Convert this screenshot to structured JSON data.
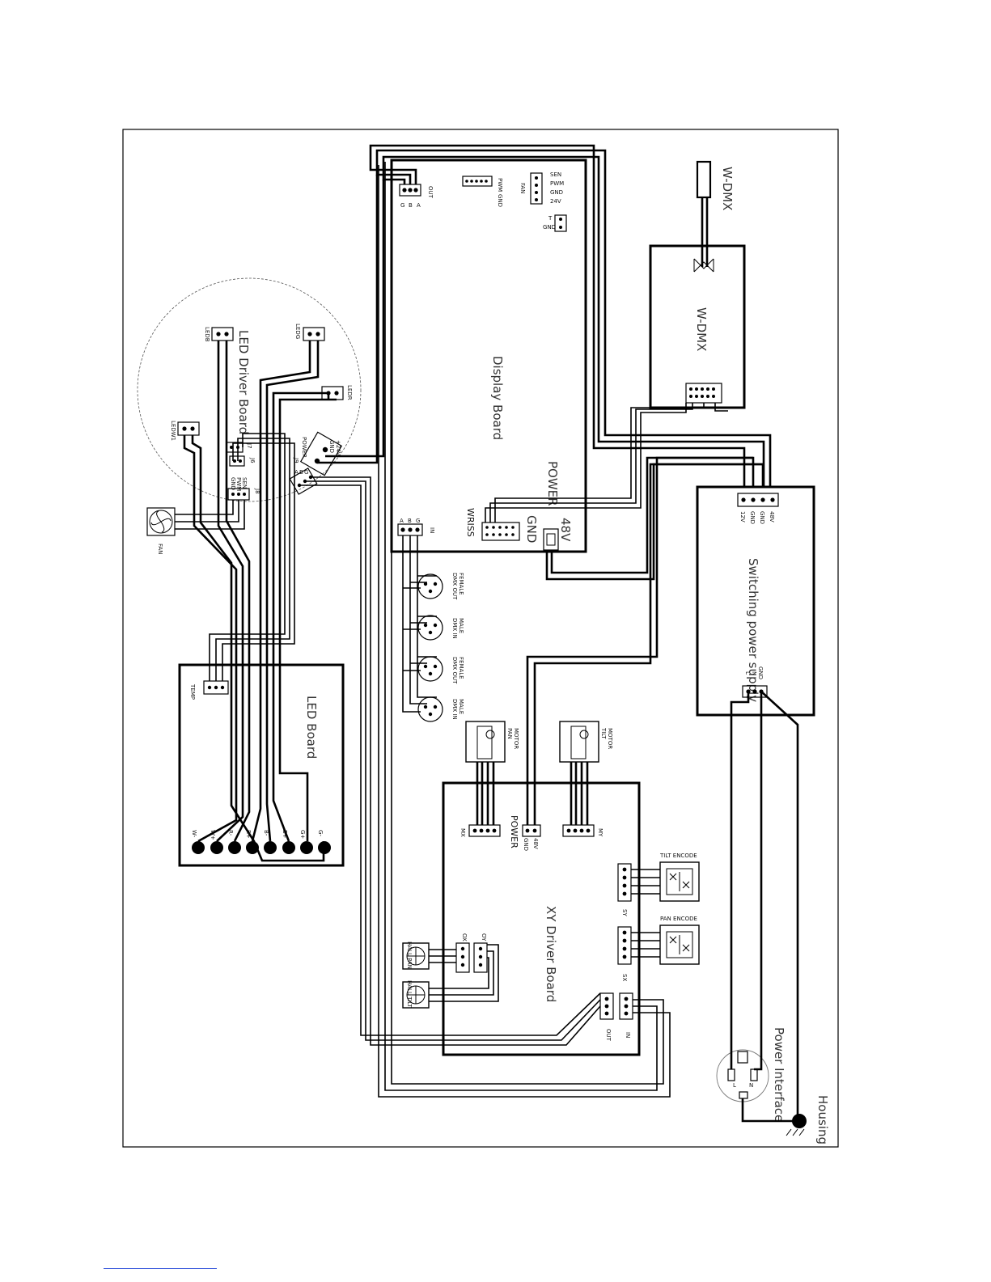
{
  "colors": {
    "line": "#000000",
    "background": "#ffffff",
    "text": "#111111"
  },
  "boards": {
    "display": {
      "title": "Display Board",
      "power_label": "POWER",
      "gnd_label": "GND",
      "v48_label": "48V",
      "wriss_label": "WRISS",
      "in_label": "IN",
      "out_label": "OUT",
      "fan_label": "FAN",
      "fan_pins": [
        "SEN",
        "PWM",
        "GND",
        "24V"
      ],
      "t_pins": [
        "T",
        "GND"
      ],
      "in_pins": [
        "A",
        "B",
        "G"
      ],
      "out_pins": [
        "G",
        "B",
        "A"
      ],
      "pwm_label": "PWM",
      "gnd_short": "GND"
    },
    "wdmx_module": {
      "title": "W-DMX"
    },
    "wdmx_antenna": {
      "label": "W-DMX"
    },
    "psu": {
      "title": "Switching power supply",
      "out_pins": [
        "12V",
        "GND",
        "GND",
        "48V"
      ],
      "in_pins": [
        "L",
        "N",
        "GND"
      ]
    },
    "led_driver": {
      "title": "LED Driver Board",
      "connectors": [
        "LEDB",
        "LEDG",
        "LEDR",
        "LEDW1",
        "J7",
        "J6",
        "J8",
        "POWER",
        "J9"
      ],
      "fan_pins": [
        "GND",
        "PWM",
        "SEN"
      ],
      "power_pins": [
        "GND",
        "+24V"
      ],
      "j9_pins": [
        "A",
        "B",
        "G"
      ]
    },
    "led_board": {
      "title": "LED Board",
      "temp_label": "TEMP",
      "terminals": [
        "W-",
        "W+",
        "R-",
        "R+",
        "B-",
        "B+",
        "G+",
        "G-"
      ]
    },
    "xy_driver": {
      "title": "XY Driver Board",
      "power_label": "POWER",
      "gnd_label": "GND",
      "v48_label": "48V",
      "mx_label": "MX",
      "my_label": "MY",
      "sy_label": "SY",
      "sx_label": "SX",
      "ox_label": "OX",
      "oy_label": "OY",
      "out_label": "OUT",
      "in_label": "IN",
      "tilt_encoder": "TILT ENCODE",
      "pan_encoder": "PAN ENCODE",
      "hall_pan": "HALL PAN",
      "hall_tilt": "HALL TILT"
    }
  },
  "dmx_connectors": [
    {
      "line1": "DMX OUT",
      "line2": "FEMALE"
    },
    {
      "line1": "DMX IN",
      "line2": "MALE"
    },
    {
      "line1": "DMX OUT",
      "line2": "FEMALE"
    },
    {
      "line1": "DMX IN",
      "line2": "MALE"
    }
  ],
  "motors": {
    "pan": {
      "line1": "PAN",
      "line2": "MOTOR"
    },
    "tilt": {
      "line1": "TILT",
      "line2": "MOTOR"
    }
  },
  "fan_label": "FAN",
  "power_interface": {
    "title": "Power Interface",
    "pins": [
      "L",
      "N"
    ]
  },
  "housing_label": "Housing"
}
